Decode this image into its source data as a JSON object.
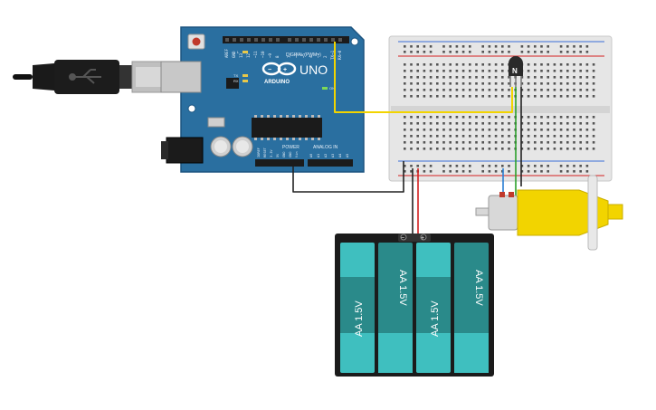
{
  "arduino": {
    "logo": "UNO",
    "brand": "ARDUINO",
    "digital_label": "DIGITAL (PWM~)",
    "power_label": "POWER",
    "analog_label": "ANALOG IN",
    "tx_label": "TX",
    "rx_label": "RX",
    "l_label": "L",
    "on_label": "ON",
    "digital_pins": [
      "AREF",
      "GND",
      "13",
      "12",
      "~11",
      "~10",
      "~9",
      "8",
      "7",
      "~6",
      "~5",
      "4",
      "~3",
      "2",
      "TX→1",
      "RX←0"
    ],
    "power_pins": [
      "IOREF",
      "RESET",
      "3.3V",
      "5V",
      "GND",
      "GND",
      "Vin"
    ],
    "analog_pins": [
      "A0",
      "A1",
      "A2",
      "A3",
      "A4",
      "A5"
    ],
    "board_color": "#2a6fa0"
  },
  "transistor": {
    "label": "N"
  },
  "battery": {
    "cells": [
      "AA 1.5V",
      "AA 1.5V",
      "AA 1.5V",
      "AA 1.5V"
    ],
    "minus": "−",
    "plus": "+",
    "cell_color": "#3fbfbf"
  },
  "motor": {
    "body_color": "#f2d400"
  },
  "wires": {
    "signal_color": "#f2d400",
    "ground_color": "#222222",
    "positive_color": "#d42020",
    "blue_color": "#2a7fd4",
    "green_color": "#2aa02a"
  }
}
